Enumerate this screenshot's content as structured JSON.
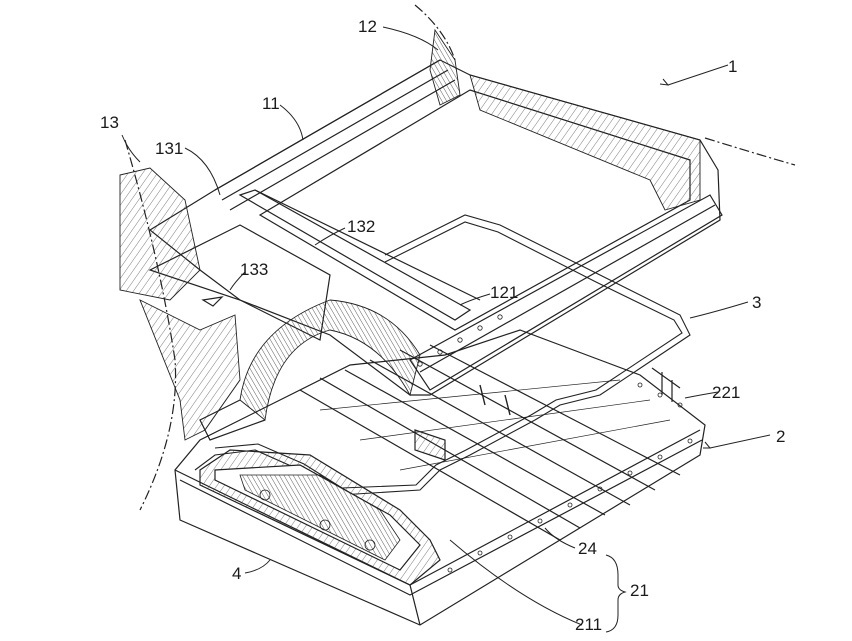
{
  "figure": {
    "labels": [
      "1",
      "12",
      "11",
      "13",
      "131",
      "132",
      "133",
      "121",
      "3",
      "221",
      "2",
      "24",
      "21",
      "4",
      "211"
    ]
  }
}
